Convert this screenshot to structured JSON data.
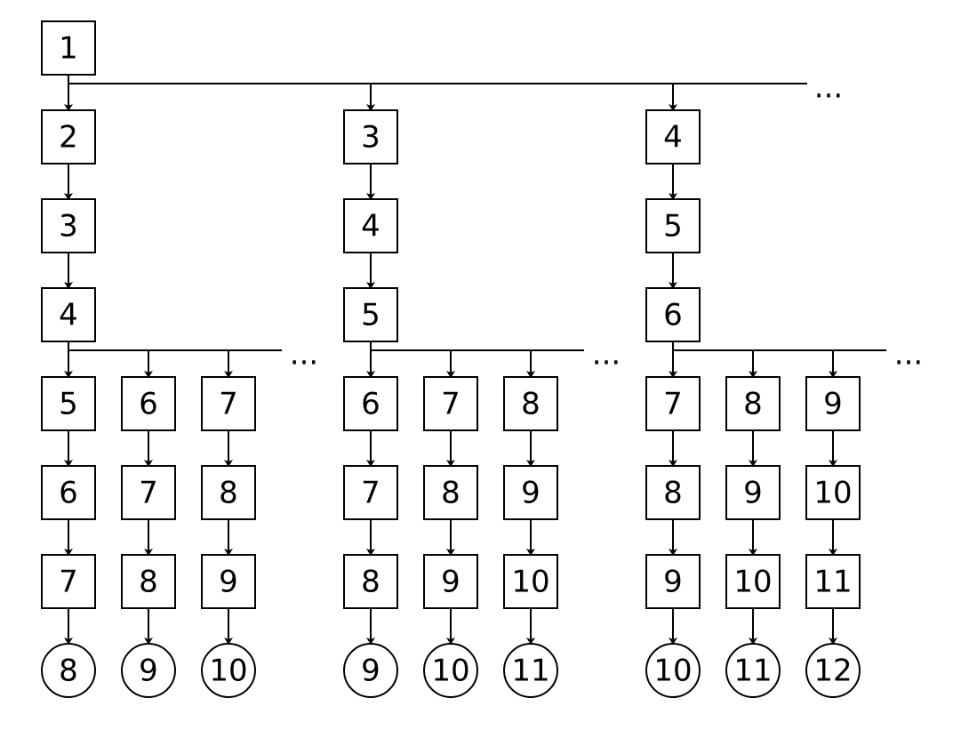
{
  "diagram": {
    "root": "1",
    "groups": [
      {
        "chain": [
          "2",
          "3",
          "4"
        ],
        "branches": [
          {
            "boxes": [
              "5",
              "6",
              "7"
            ],
            "leaf": "8"
          },
          {
            "boxes": [
              "6",
              "7",
              "8"
            ],
            "leaf": "9"
          },
          {
            "boxes": [
              "7",
              "8",
              "9"
            ],
            "leaf": "10"
          }
        ]
      },
      {
        "chain": [
          "3",
          "4",
          "5"
        ],
        "branches": [
          {
            "boxes": [
              "6",
              "7",
              "8"
            ],
            "leaf": "9"
          },
          {
            "boxes": [
              "7",
              "8",
              "9"
            ],
            "leaf": "10"
          },
          {
            "boxes": [
              "8",
              "9",
              "10"
            ],
            "leaf": "11"
          }
        ]
      },
      {
        "chain": [
          "4",
          "5",
          "6"
        ],
        "branches": [
          {
            "boxes": [
              "7",
              "8",
              "9"
            ],
            "leaf": "10"
          },
          {
            "boxes": [
              "8",
              "9",
              "10"
            ],
            "leaf": "11"
          },
          {
            "boxes": [
              "9",
              "10",
              "11"
            ],
            "leaf": "12"
          }
        ]
      }
    ],
    "ellipsis": "..."
  }
}
